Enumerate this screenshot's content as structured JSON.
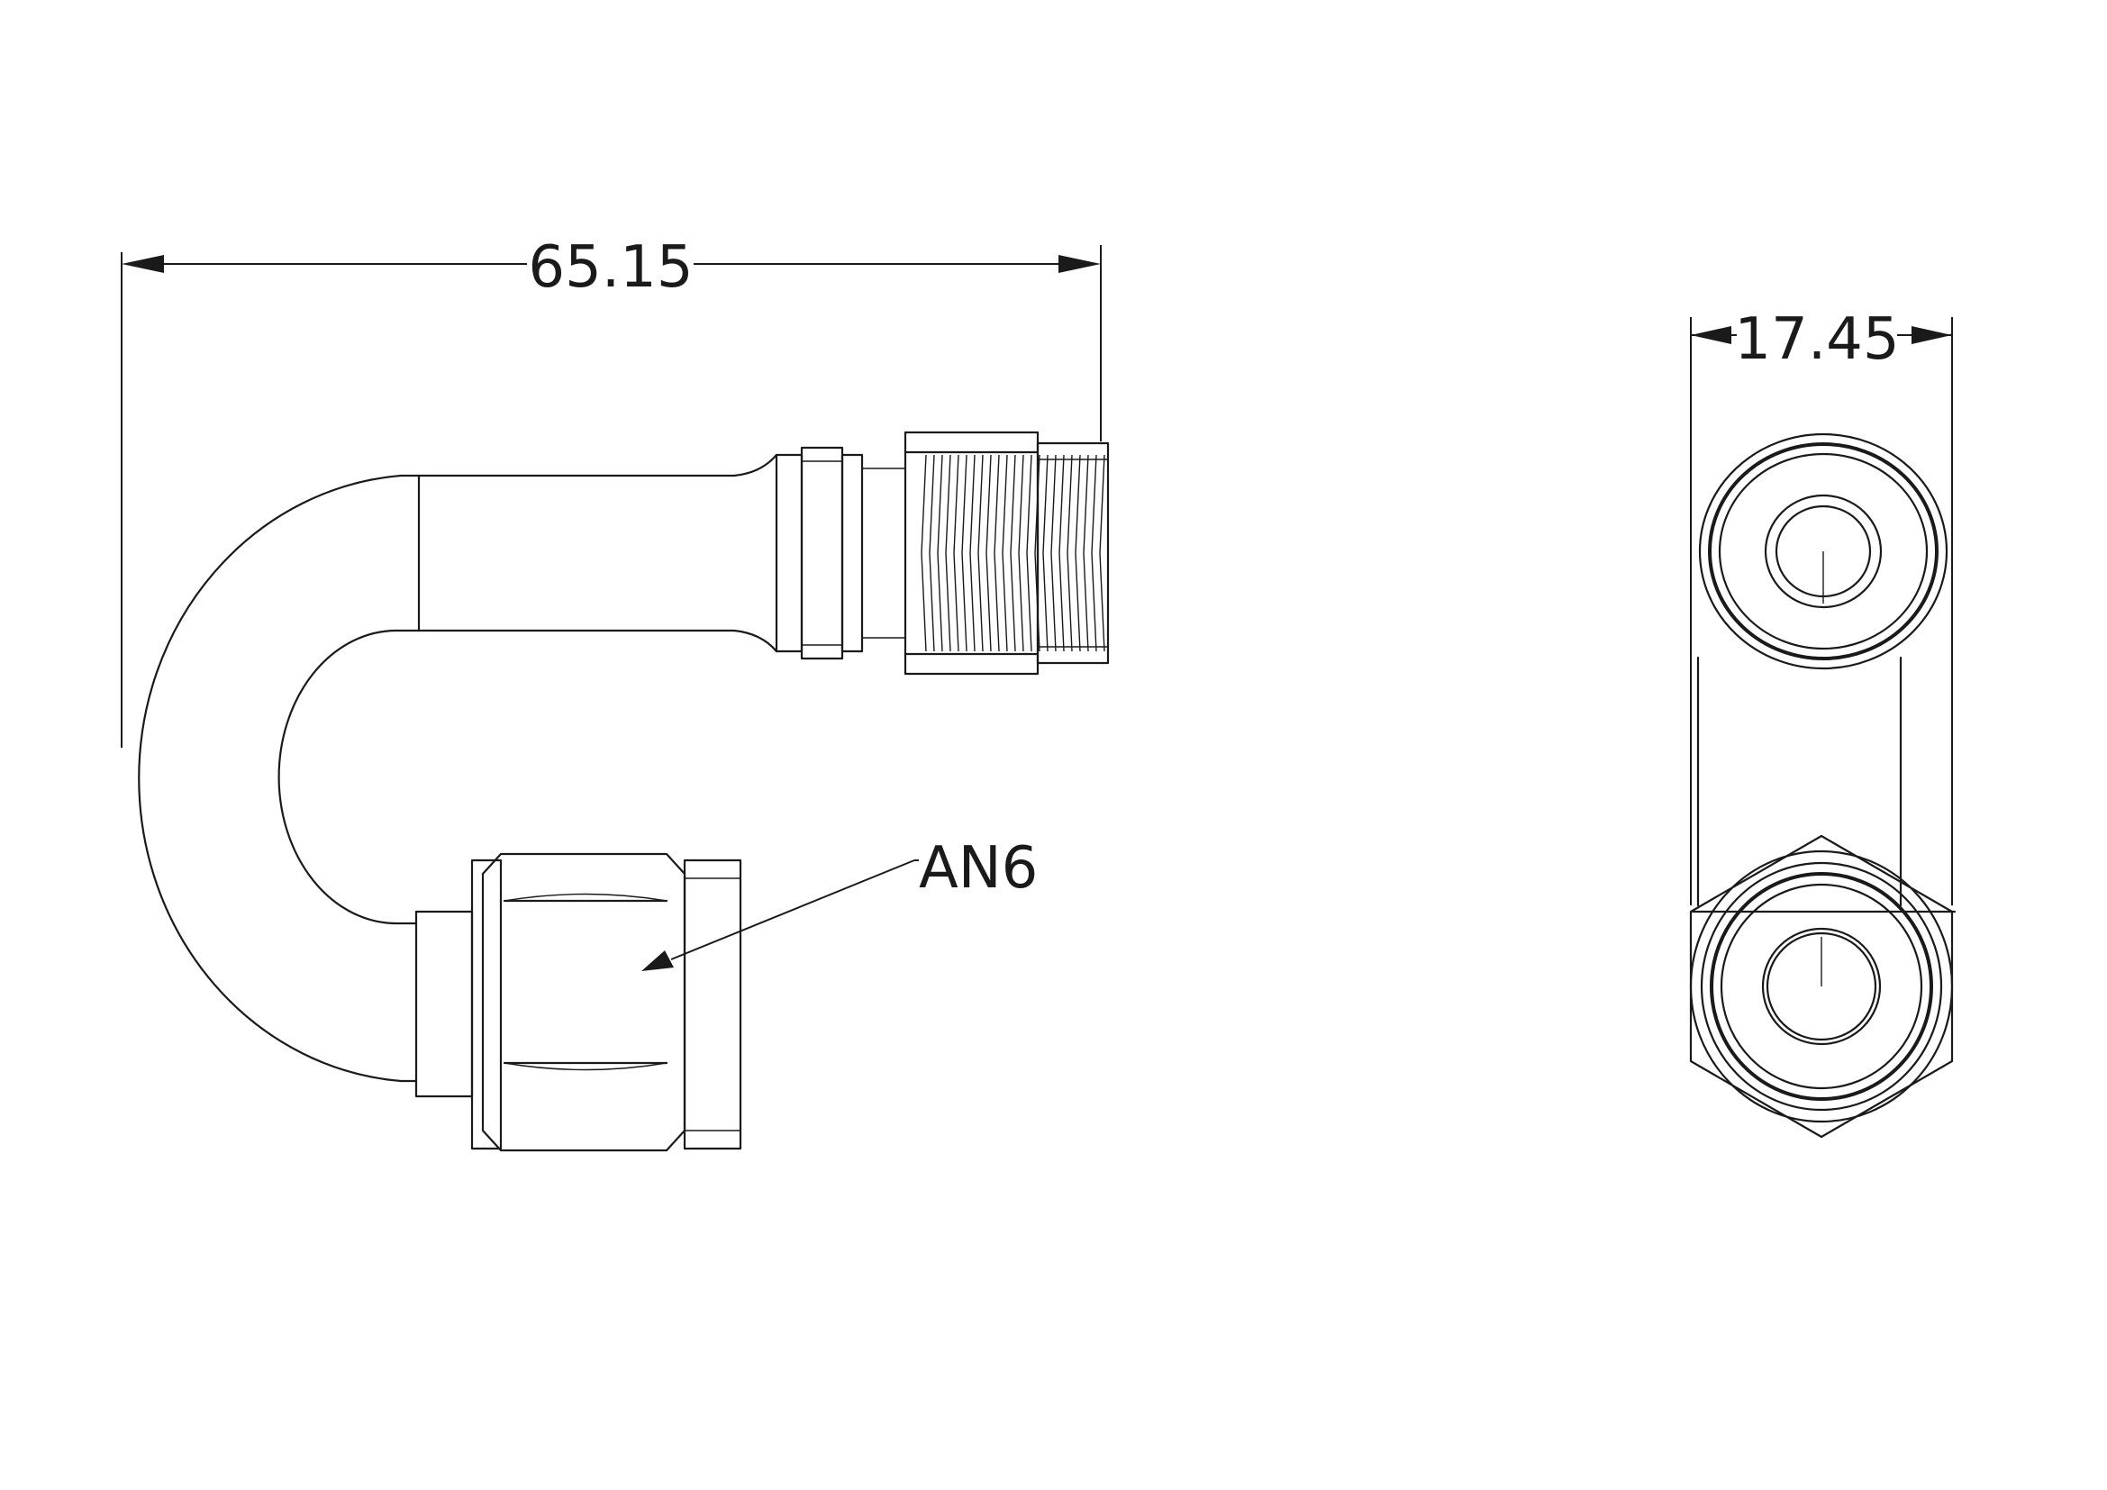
{
  "drawing": {
    "dimensions": {
      "overall_length": "65.15",
      "body_width": "17.45"
    },
    "callouts": {
      "thread_size": "AN6"
    }
  }
}
